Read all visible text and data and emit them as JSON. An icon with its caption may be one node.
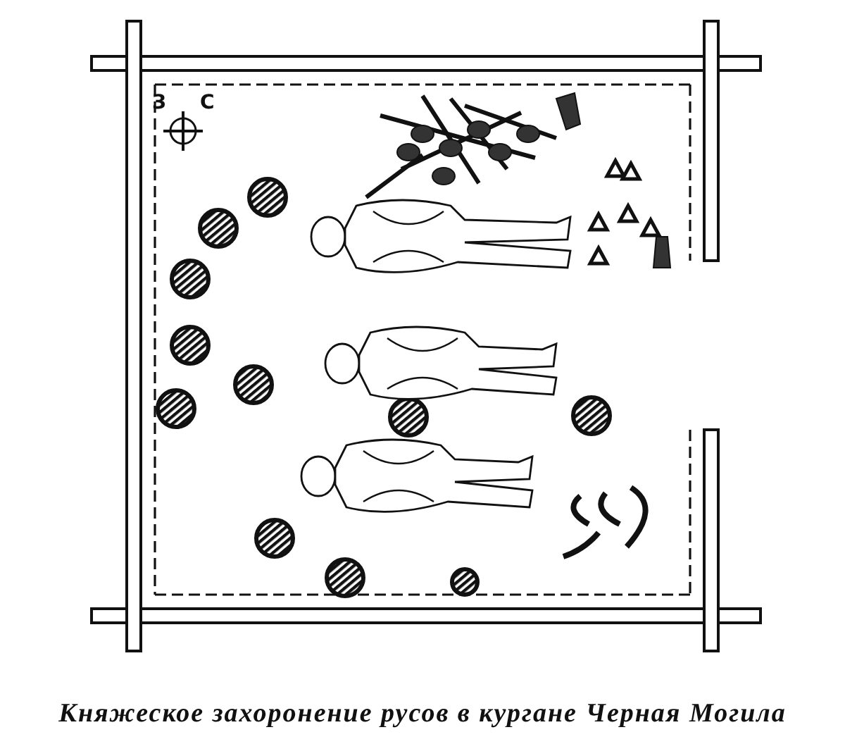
{
  "diagram": {
    "caption": "Княжеское захоронение русов в кургане Черная Могила",
    "labels": [
      "З",
      "С"
    ]
  }
}
